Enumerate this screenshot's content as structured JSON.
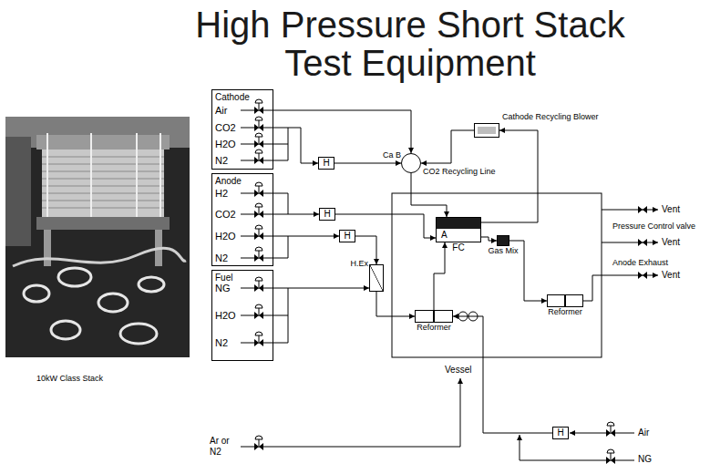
{
  "diagram": {
    "title": "High Pressure Short Stack Test Equipment",
    "caption": "10kW Class Stack",
    "nodes": [
      {
        "text": [
          "Cathode",
          "Air",
          "CO2",
          "H2O",
          "N2"
        ]
      },
      {
        "text": [
          "Anode",
          "H2",
          "CO2",
          "H2O",
          "N2"
        ]
      },
      {
        "text": [
          "Fuel",
          "NG",
          "H2O",
          "N2"
        ]
      },
      {
        "text": [
          "H"
        ]
      },
      {
        "text": [
          "Ca B"
        ]
      },
      {
        "text": [
          "Cathode Recycling Blower"
        ]
      },
      {
        "text": [
          "H"
        ]
      },
      {
        "text": [
          "H"
        ]
      },
      {
        "text": [
          "A",
          "FC"
        ]
      },
      {
        "text": [
          "Gas Mix"
        ]
      },
      {
        "text": [
          "H.Ex"
        ]
      },
      {
        "text": [
          "Reformer"
        ]
      },
      {
        "text": [
          "Reformer"
        ]
      },
      {
        "text": [
          "H"
        ]
      }
    ],
    "edges": [
      {
        "from": 0,
        "to": 3,
        "arrow": "to"
      },
      {
        "from": 0,
        "to": 4,
        "arrow": "to"
      },
      {
        "from": 3,
        "to": 4,
        "arrow": "to"
      },
      {
        "from": 5,
        "to": 4,
        "arrow": "to"
      },
      {
        "from": 4,
        "to": 8,
        "arrow": "to"
      },
      {
        "from": 8,
        "to": 5,
        "arrow": "to"
      },
      {
        "from": 1,
        "to": 6,
        "arrow": "to"
      },
      {
        "from": 6,
        "to": 8,
        "arrow": "to"
      },
      {
        "from": 1,
        "to": 7,
        "arrow": "to"
      },
      {
        "from": 7,
        "to": 10,
        "arrow": "to"
      },
      {
        "from": 2,
        "to": 10,
        "arrow": "to"
      },
      {
        "from": 10,
        "to": 12,
        "arrow": "to"
      },
      {
        "from": 12,
        "to": 8,
        "arrow": "to"
      },
      {
        "from": 8,
        "to": 9,
        "arrow": "to"
      },
      {
        "from": 9,
        "to": 11,
        "arrow": "to"
      },
      {
        "from": 13,
        "to": 12,
        "arrow": "to"
      }
    ],
    "labels": [
      "CO2 Recycling Line",
      "Vent",
      "Pressure Control valve",
      "Vent",
      "Anode Exhaust",
      "Vent",
      "Vessel",
      "Air",
      "NG",
      "Ar or N2"
    ]
  }
}
